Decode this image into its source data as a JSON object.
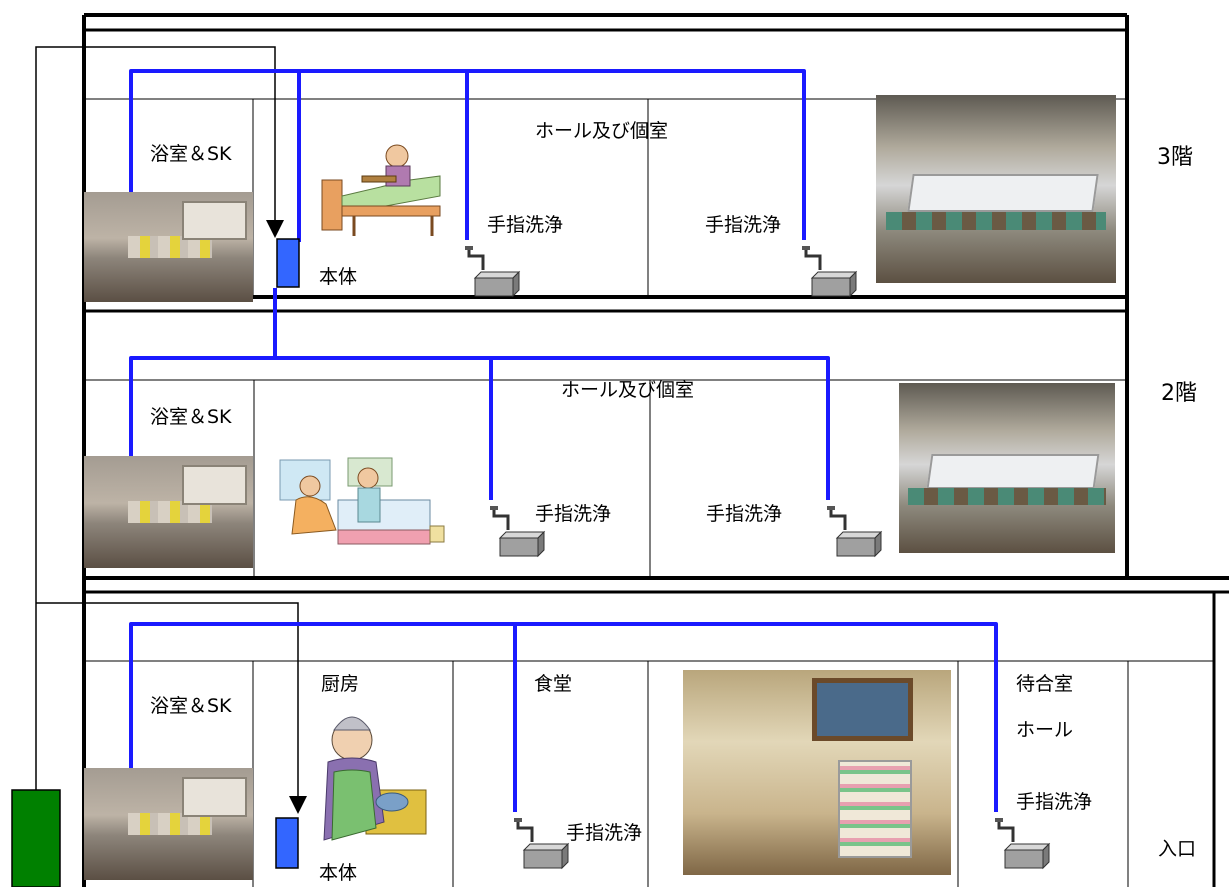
{
  "floors": {
    "f3": "3階",
    "f2": "2階"
  },
  "rooms": {
    "bath_sk": "浴室＆SK",
    "hall_private": "ホール及び個室",
    "kitchen": "厨房",
    "dining": "食堂",
    "waiting_room": "待合室",
    "hall": "ホール",
    "entrance": "入口"
  },
  "fixtures": {
    "hand_wash": "手指洗浄",
    "unit": "本体"
  },
  "colors": {
    "pipe": "#1a1aff",
    "unit_box": "#3366ff",
    "tank": "#008000",
    "wall": "#000000"
  }
}
